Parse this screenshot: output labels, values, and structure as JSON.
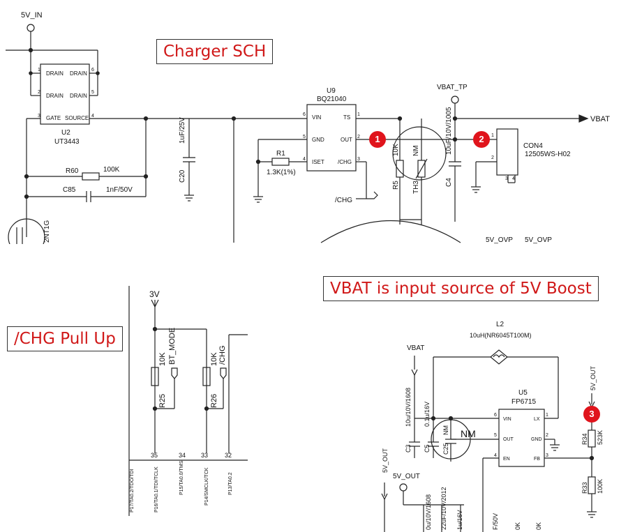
{
  "colors": {
    "callout_text": "#d01818",
    "marker_fill": "#e0141c",
    "wire": "#222222"
  },
  "callouts": {
    "charger_sch": "Charger SCH",
    "chg_pull_up": "/CHG Pull Up",
    "vbat_boost": "VBAT is input source of 5V Boost"
  },
  "markers": [
    "1",
    "2",
    "3"
  ],
  "charger": {
    "net_5v_in": "5V_IN",
    "u2": {
      "ref": "U2",
      "part": "UT3443",
      "pins": [
        "DRAIN",
        "DRAIN",
        "DRAIN",
        "DRAIN",
        "GATE",
        "SOURCE"
      ],
      "pin_nums": [
        "1",
        "6",
        "2",
        "5",
        "3",
        "4"
      ]
    },
    "r60": {
      "ref": "R60",
      "value": "100K"
    },
    "c85": {
      "ref": "C85",
      "value": "1nF/50V"
    },
    "q_partial": "2NT1G",
    "c20": {
      "ref": "C20",
      "value": "1uF/25V"
    },
    "u9": {
      "ref": "U9",
      "part": "BQ21040",
      "pins": [
        "VIN",
        "TS",
        "GND",
        "OUT",
        "ISET",
        "/CHG"
      ],
      "pin_nums": [
        "6",
        "1",
        "5",
        "2",
        "4",
        "3"
      ]
    },
    "r1": {
      "ref": "R1",
      "value": "1.3K(1%)"
    },
    "chg_net": "/CHG",
    "r5": {
      "ref": "R5",
      "value": "10K"
    },
    "th3": {
      "ref": "TH3",
      "value": "NM"
    },
    "vbat_tp": "VBAT_TP",
    "c4": {
      "ref": "C4",
      "value": "10uF/10V/1005"
    },
    "vbat": "VBAT",
    "con4": {
      "ref": "CON4",
      "part": "12505WS-H02",
      "pins": [
        "1",
        "2",
        "3",
        "4"
      ]
    },
    "ovp": [
      "5V_OVP",
      "5V_OVP"
    ]
  },
  "pullup": {
    "rail": "3V",
    "r25": {
      "ref": "R25",
      "value": "10K"
    },
    "r26": {
      "ref": "R26",
      "value": "10K"
    },
    "bt_mode": "BT_MODE",
    "chg": "/CHG",
    "pin_nums": [
      "35",
      "34",
      "33",
      "32"
    ],
    "pin_labels": [
      "P17/TA0.2/TDO/TDI",
      "P16/TA0.1/TDI/TCLK",
      "P15/TA0.0/TMS",
      "P14/SMCLK/TCK",
      "P13/TA0.2"
    ]
  },
  "boost": {
    "l2": {
      "ref": "L2",
      "value": "10uH(NR6045T100M)"
    },
    "vbat": "VBAT",
    "u5": {
      "ref": "U5",
      "part": "FP6715",
      "pins": [
        "VIN",
        "LX",
        "OUT",
        "GND",
        "EN",
        "FB"
      ],
      "pin_nums": [
        "6",
        "1",
        "5",
        "2",
        "4",
        "3"
      ]
    },
    "c3": {
      "ref": "C3",
      "value": "10u/10V/1608"
    },
    "c5": {
      "ref": "C5",
      "value": "0.1u/16V"
    },
    "c25": {
      "ref": "C25",
      "value": "NM"
    },
    "nm": "NM",
    "out_net": "5V_OUT",
    "r34": {
      "ref": "R34",
      "value": "523K"
    },
    "r33": {
      "ref": "R33",
      "value": "100K"
    },
    "bottom_partials": [
      "0u/10V/1608",
      "22uF/10V/2012",
      "1u/16V",
      "F/50V",
      "0K",
      "0K"
    ]
  }
}
